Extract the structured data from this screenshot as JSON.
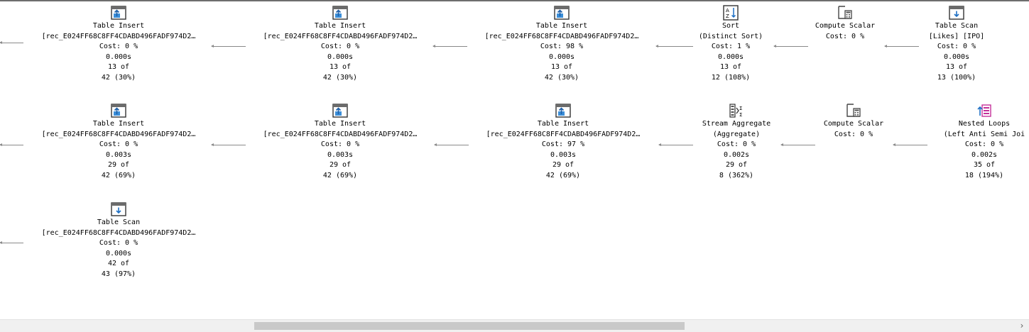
{
  "plan": {
    "row1": [
      {
        "icon": "table-insert-icon",
        "lines": [
          "Table Insert",
          "[rec_E024FF68C8FF4CDABD496FADF974D2…",
          "Cost: 0 %",
          "0.000s",
          "13 of",
          "42 (30%)"
        ]
      },
      {
        "icon": "table-insert-icon",
        "lines": [
          "Table Insert",
          "[rec_E024FF68C8FF4CDABD496FADF974D2…",
          "Cost: 0 %",
          "0.000s",
          "13 of",
          "42 (30%)"
        ]
      },
      {
        "icon": "table-insert-icon",
        "lines": [
          "Table Insert",
          "[rec_E024FF68C8FF4CDABD496FADF974D2…",
          "Cost: 98 %",
          "0.000s",
          "13 of",
          "42 (30%)"
        ]
      },
      {
        "icon": "sort-icon",
        "lines": [
          "Sort",
          "(Distinct Sort)",
          "Cost: 1 %",
          "0.000s",
          "13 of",
          "12 (108%)"
        ]
      },
      {
        "icon": "compute-scalar-icon",
        "lines": [
          "Compute Scalar",
          "Cost: 0 %"
        ]
      },
      {
        "icon": "table-scan-icon",
        "lines": [
          "Table Scan",
          "[Likes] [IPO]",
          "Cost: 0 %",
          "0.000s",
          "13 of",
          "13 (100%)"
        ]
      }
    ],
    "row2": [
      {
        "icon": "table-insert-icon",
        "lines": [
          "Table Insert",
          "[rec_E024FF68C8FF4CDABD496FADF974D2…",
          "Cost: 0 %",
          "0.003s",
          "29 of",
          "42 (69%)"
        ]
      },
      {
        "icon": "table-insert-icon",
        "lines": [
          "Table Insert",
          "[rec_E024FF68C8FF4CDABD496FADF974D2…",
          "Cost: 0 %",
          "0.003s",
          "29 of",
          "42 (69%)"
        ]
      },
      {
        "icon": "table-insert-icon",
        "lines": [
          "Table Insert",
          "[rec_E024FF68C8FF4CDABD496FADF974D2…",
          "Cost: 97 %",
          "0.003s",
          "29 of",
          "42 (69%)"
        ]
      },
      {
        "icon": "stream-aggregate-icon",
        "lines": [
          "Stream Aggregate",
          "(Aggregate)",
          "Cost: 0 %",
          "0.002s",
          "29 of",
          "8 (362%)"
        ]
      },
      {
        "icon": "compute-scalar-icon",
        "lines": [
          "Compute Scalar",
          "Cost: 0 %"
        ]
      },
      {
        "icon": "nested-loops-icon",
        "lines": [
          "Nested Loops",
          "(Left Anti Semi Joi",
          "Cost: 0 %",
          "0.002s",
          "35 of",
          "18 (194%)"
        ]
      }
    ],
    "row3": [
      {
        "icon": "table-scan-icon",
        "lines": [
          "Table Scan",
          "[rec_E024FF68C8FF4CDABD496FADF974D2…",
          "Cost: 0 %",
          "0.000s",
          "42 of",
          "43 (97%)"
        ]
      }
    ]
  },
  "scrollbar": {
    "position": 0.39,
    "right_arrow": "›"
  }
}
